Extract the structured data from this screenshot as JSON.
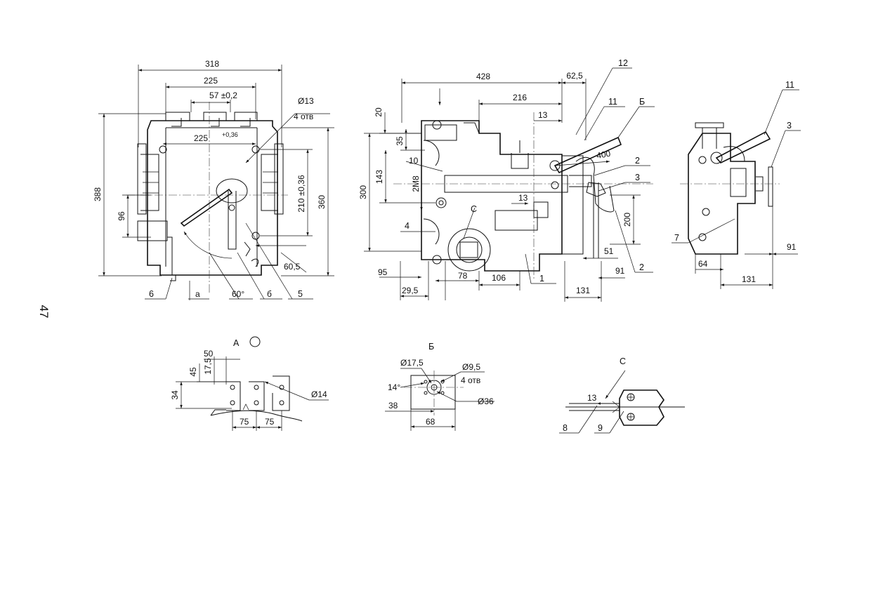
{
  "page_number": "47",
  "front_view": {
    "dims": {
      "overall_width": "318",
      "mid_width": "225",
      "pitch": "57 ±0,2",
      "hole_spacing": "225",
      "hole_spacing_tol": "+0,36",
      "hole_diameter": "Ø13",
      "hole_count": "4 отв",
      "height_total": "388",
      "height_mount": "360",
      "height_mount_2": "210 ±0,36",
      "lower_offset": "96",
      "handle_offset": "60,5",
      "angle": "60°",
      "dim_a": "a",
      "dim_b": "б"
    },
    "leaders": [
      "6",
      "5"
    ]
  },
  "side_view": {
    "dims": {
      "length_total": "428",
      "offset_top": "62,5",
      "length_mid": "216",
      "gap_13": "13",
      "top_20": "20",
      "top_35": "35",
      "hole_10": "10",
      "height_143": "143",
      "thread": "2M8",
      "height_300": "300",
      "radius_400": "400",
      "height_200": "200",
      "dim_51": "51",
      "dim_91": "91",
      "dim_95": "95",
      "dim_29_5": "29,5",
      "dim_78": "78",
      "dim_106": "106",
      "dim_131": "131",
      "dim_13b": "13"
    },
    "view_c": "С",
    "view_b": "Б",
    "leaders": [
      "12",
      "11",
      "2",
      "3",
      "4",
      "1",
      "2"
    ]
  },
  "end_view": {
    "dims": {
      "dim_91": "91",
      "dim_64": "64",
      "dim_131": "131"
    },
    "leaders": [
      "11",
      "3",
      "7"
    ]
  },
  "detail_a": {
    "title": "A",
    "dims": {
      "d50": "50",
      "d17_5": "17,5",
      "d45": "45",
      "d34": "34",
      "d75a": "75",
      "d75b": "75",
      "hole": "Ø14"
    }
  },
  "detail_b": {
    "title": "Б",
    "dims": {
      "d17_5": "Ø17,5",
      "d9_5": "Ø9,5",
      "holes": "4 отв",
      "angle": "14°",
      "d36": "Ø36",
      "d38": "38",
      "d68": "68"
    }
  },
  "detail_c": {
    "title": "С",
    "dims": {
      "d13": "13"
    },
    "leaders": [
      "8",
      "9"
    ]
  }
}
